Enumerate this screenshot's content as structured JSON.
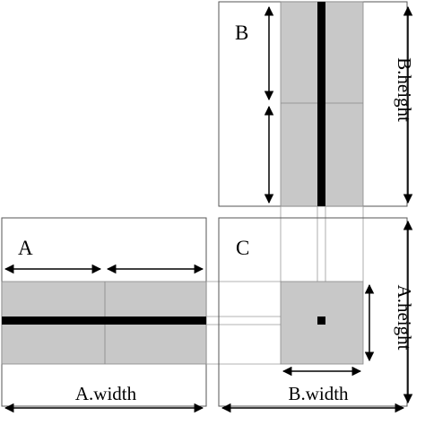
{
  "panels": {
    "a": {
      "letter": "A",
      "dimension": "A.width"
    },
    "b": {
      "letter": "B",
      "dimension": "B.height"
    },
    "c": {
      "letter": "C",
      "dim_bottom": "B.width",
      "dim_right": "A.height"
    }
  },
  "colors": {
    "shade": "#c8c8c8",
    "line": "#000000",
    "frame": "#555555",
    "guide": "#9a9a9a"
  }
}
